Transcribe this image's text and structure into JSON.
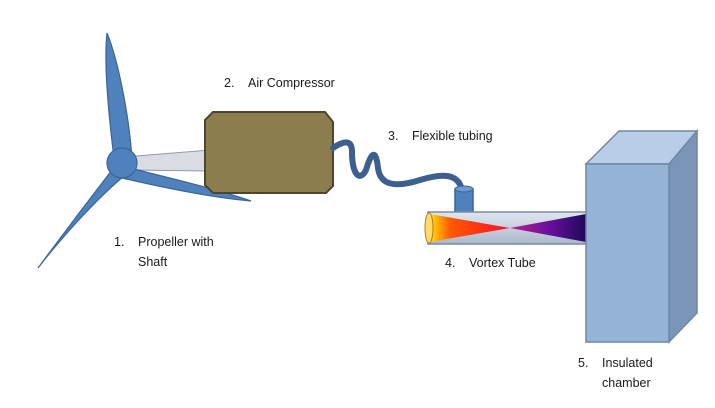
{
  "labels": {
    "propeller": {
      "number": "1.",
      "line1": "Propeller with",
      "line2": "Shaft"
    },
    "compressor": {
      "number": "2.",
      "text": "Air Compressor"
    },
    "tubing": {
      "number": "3.",
      "text": "Flexible tubing"
    },
    "vortex": {
      "number": "4.",
      "text": "Vortex Tube"
    },
    "chamber": {
      "number": "5.",
      "line1": "Insulated",
      "line2": "chamber"
    }
  },
  "colors": {
    "propeller": "#4f81bd",
    "propeller_stroke": "#3a6597",
    "shaft": "#d9dde3",
    "compressor": "#8c7d4f",
    "tubing": "#3c5f8f",
    "vortex_hot": "#ff2a00",
    "vortex_cold": "#2a0a8c",
    "chamber_front": "#95b3d7",
    "chamber_top": "#b9cde6",
    "chamber_side": "#7a95b8"
  }
}
